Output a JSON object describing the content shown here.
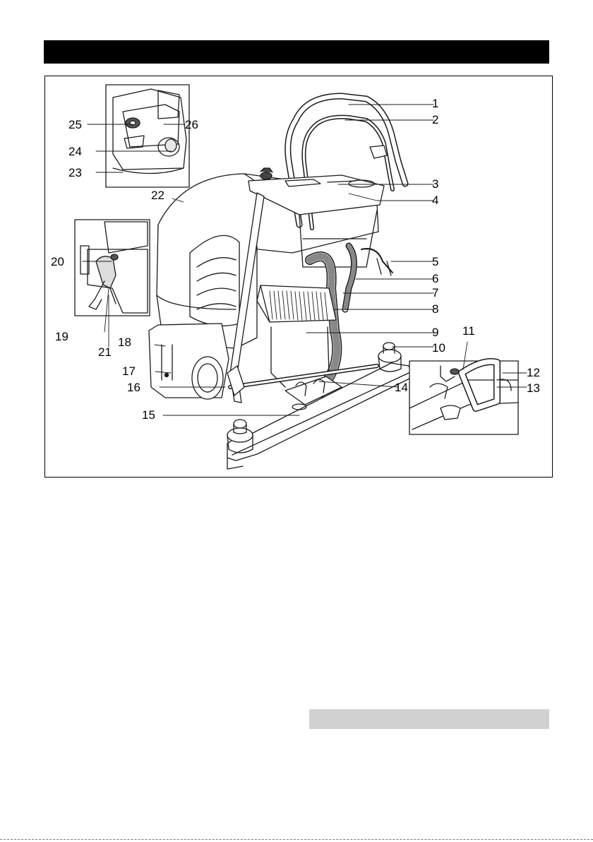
{
  "figure": {
    "callouts": {
      "c1": "1",
      "c2": "2",
      "c3": "3",
      "c4": "4",
      "c5": "5",
      "c6": "6",
      "c7": "7",
      "c8": "8",
      "c9": "9",
      "c10": "10",
      "c11": "11",
      "c12": "12",
      "c13": "13",
      "c14": "14",
      "c15": "15",
      "c16": "16",
      "c17": "17",
      "c18": "18",
      "c19": "19",
      "c20": "20",
      "c21": "21",
      "c22": "22",
      "c23": "23",
      "c24": "24",
      "c25": "25",
      "c26": "26"
    }
  },
  "colors": {
    "header_bar": "#000000",
    "gray_bar": "#d1d1d1",
    "line_art": "#1a1a1a"
  }
}
